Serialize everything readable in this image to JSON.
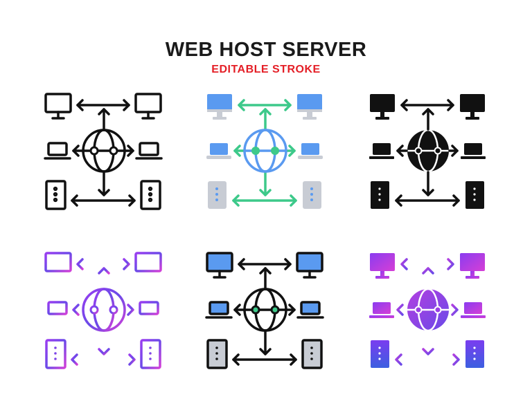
{
  "header": {
    "title": "WEB HOST SERVER",
    "subtitle": "EDITABLE STROKE"
  },
  "colors": {
    "title": "#1a1a1a",
    "subtitle": "#e41e26",
    "outline": "#111111",
    "flat_blue": "#5a9af0",
    "flat_green": "#3dc98a",
    "flat_gray": "#c8ccd4",
    "gradient_purple": "#7a3df0",
    "gradient_pink": "#e23fd0",
    "gradient_blue": "#3c5fe0"
  },
  "icons": [
    {
      "name": "web-host-server-outline-icon",
      "style": "outline"
    },
    {
      "name": "web-host-server-flat-color-icon",
      "style": "flat"
    },
    {
      "name": "web-host-server-glyph-icon",
      "style": "glyph"
    },
    {
      "name": "web-host-server-gradient-outline-icon",
      "style": "gradient-outline"
    },
    {
      "name": "web-host-server-filled-outline-icon",
      "style": "filled-outline"
    },
    {
      "name": "web-host-server-gradient-glyph-icon",
      "style": "gradient-glyph"
    }
  ]
}
